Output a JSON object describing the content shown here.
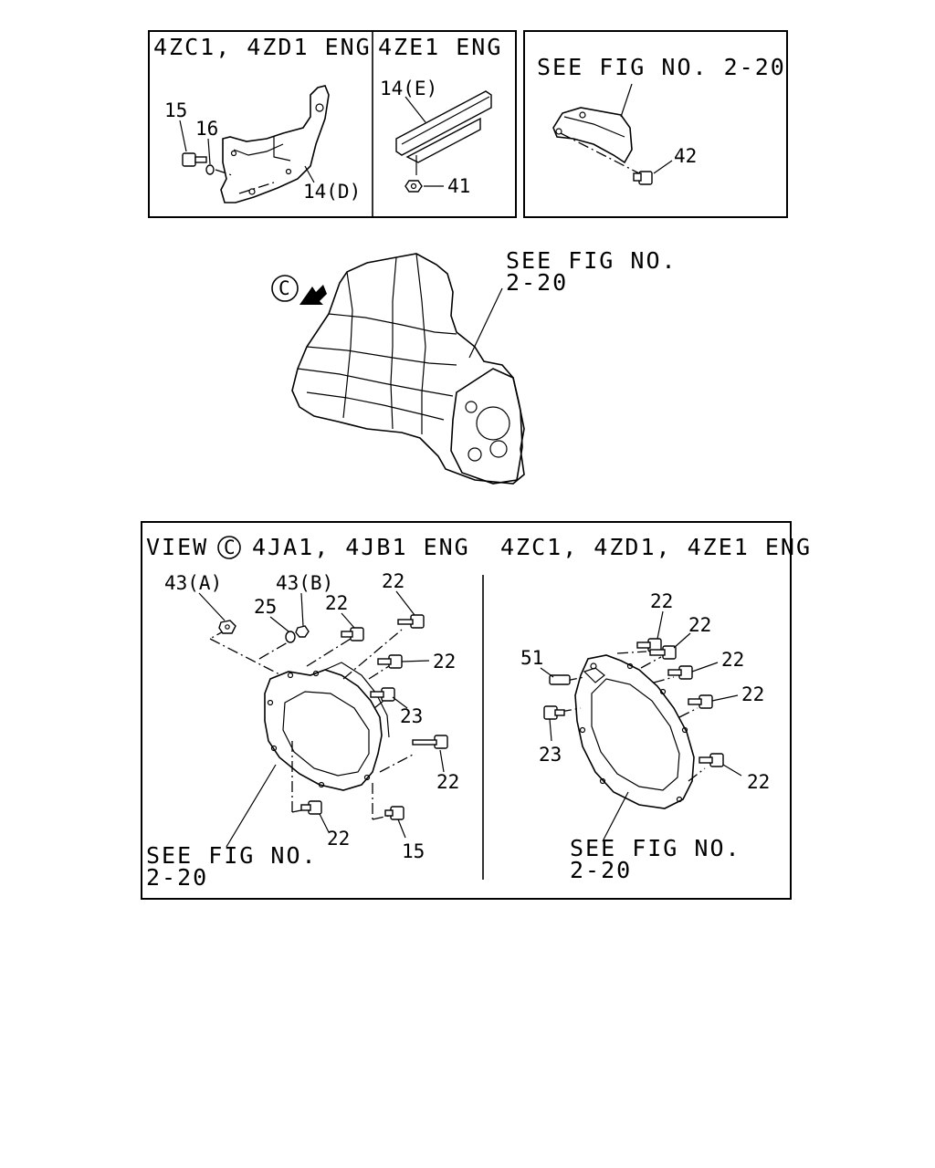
{
  "panels": {
    "top_left": {
      "header_a": "4ZC1, 4ZD1  ENG",
      "header_b": "4ZE1  ENG",
      "callouts": [
        "15",
        "16",
        "14(D)",
        "14(E)",
        "41"
      ]
    },
    "top_right": {
      "note": "SEE  FIG  NO. 2-20",
      "callouts": [
        "42"
      ]
    },
    "middle": {
      "view_marker": "C",
      "note_line1": "SEE  FIG  NO.",
      "note_line2": "2-20"
    },
    "bottom": {
      "view_prefix": "VIEW",
      "view_marker": "C",
      "left_header": "4JA1, 4JB1  ENG",
      "right_header": "4ZC1, 4ZD1, 4ZE1  ENG",
      "left_callouts": [
        "43(A)",
        "43(B)",
        "25",
        "22",
        "22",
        "22",
        "23",
        "22",
        "22",
        "15"
      ],
      "right_callouts": [
        "22",
        "22",
        "51",
        "22",
        "22",
        "23",
        "22"
      ],
      "left_note_line1": "SEE  FIG  NO.",
      "left_note_line2": "2-20",
      "right_note_line1": "SEE  FIG  NO.",
      "right_note_line2": "2-20"
    }
  }
}
